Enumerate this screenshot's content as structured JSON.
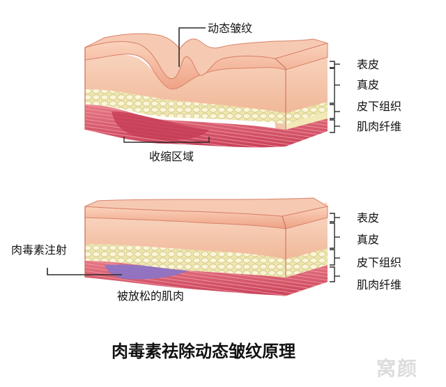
{
  "top_diagram": {
    "callout_wrinkle": "动态皱纹",
    "callout_contraction": "收缩区域",
    "layers": [
      "表皮",
      "真皮",
      "皮下组织",
      "肌肉纤维"
    ]
  },
  "bottom_diagram": {
    "callout_injection": "肉毒素注射",
    "callout_relaxed": "被放松的肌肉",
    "layers": [
      "表皮",
      "真皮",
      "皮下组织",
      "肌肉纤维"
    ]
  },
  "caption": "肉毒素祛除动态皱纹原理",
  "watermark": "窝颜",
  "colors": {
    "epidermis": "#f4b79a",
    "dermis": "#f7cdb4",
    "fat": "#f5efc3",
    "muscle": "#d9546a",
    "relaxed_muscle": "#8a73c8"
  }
}
